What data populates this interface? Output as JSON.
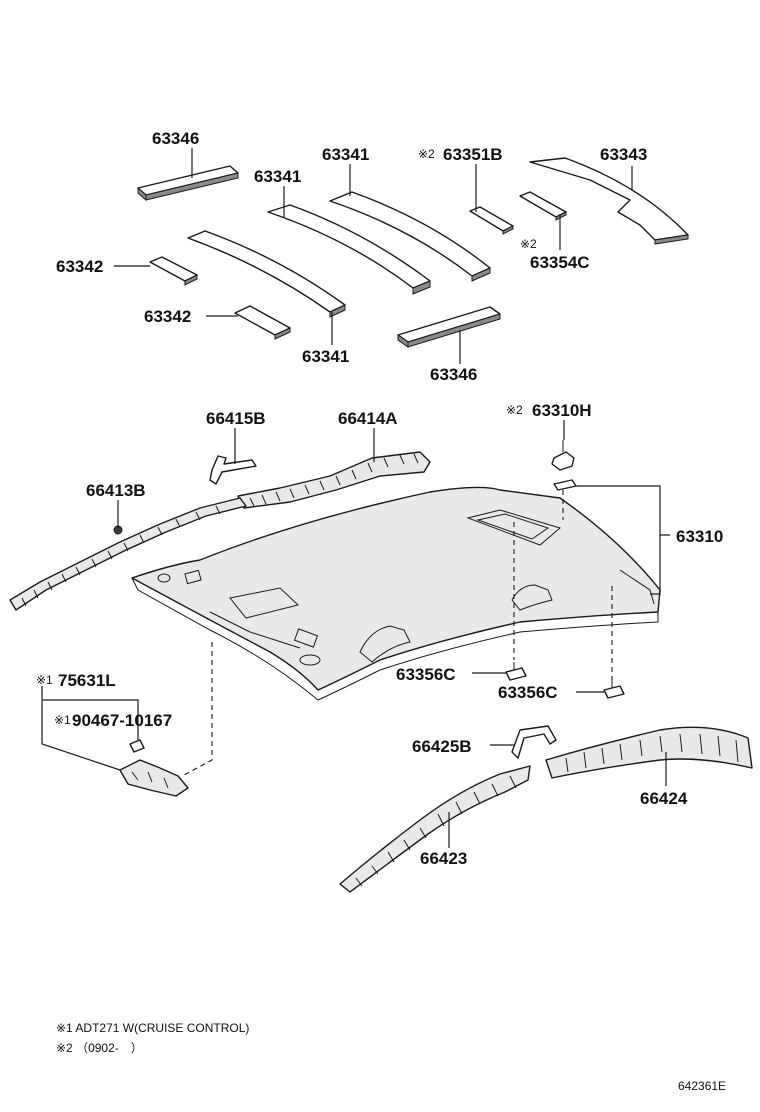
{
  "labels": {
    "p63346_top": "63346",
    "p63341_a": "63341",
    "p63341_b": "63341",
    "p63351b": "63351B",
    "p63343": "63343",
    "p63342_a": "63342",
    "p63354c": "63354C",
    "p63342_b": "63342",
    "p63341_c": "63341",
    "p63346_bottom": "63346",
    "p66415b": "66415B",
    "p66414a": "66414A",
    "p63310h": "63310H",
    "p66413b": "66413B",
    "p63310": "63310",
    "p63356c_a": "63356C",
    "p63356c_b": "63356C",
    "p75631l": "75631L",
    "p90467": "90467-10167",
    "p66425b": "66425B",
    "p66424": "66424",
    "p66423": "66423"
  },
  "marks": {
    "m2_63351b": "※2",
    "m2_63354c": "※2",
    "m2_63310h": "※2",
    "m1_75631l": "※1",
    "m1_90467": "※1"
  },
  "notes": {
    "note1": "※1 ADT271 W(CRUISE CONTROL)",
    "note2": "※2 （0902-　）"
  },
  "figure_id": "642361E"
}
